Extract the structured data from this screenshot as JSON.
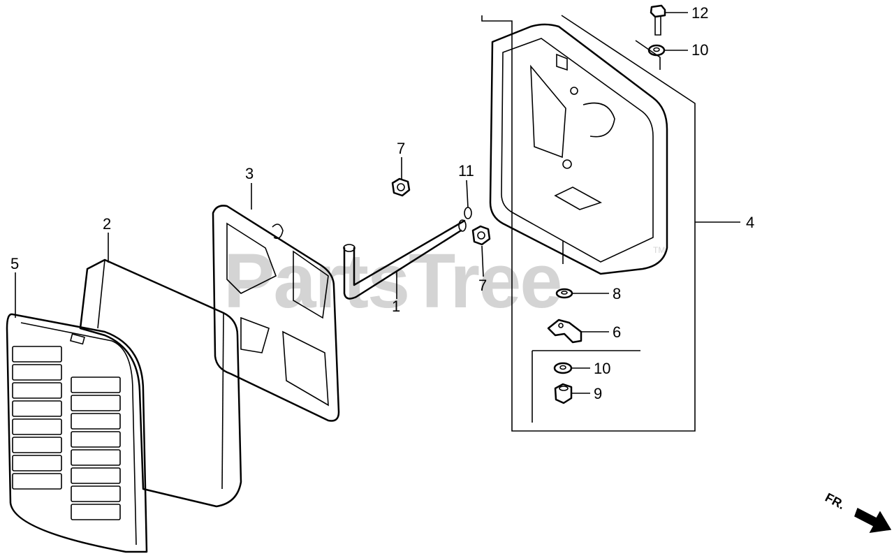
{
  "diagram": {
    "watermark": "PartsTree",
    "watermark_mark": "TM",
    "direction_label": "FR.",
    "callouts": [
      {
        "id": "c12",
        "label": "12"
      },
      {
        "id": "c10a",
        "label": "10"
      },
      {
        "id": "c7a",
        "label": "7"
      },
      {
        "id": "c11",
        "label": "11"
      },
      {
        "id": "c3",
        "label": "3"
      },
      {
        "id": "c2",
        "label": "2"
      },
      {
        "id": "c5",
        "label": "5"
      },
      {
        "id": "c4",
        "label": "4"
      },
      {
        "id": "c7b",
        "label": "7"
      },
      {
        "id": "c1",
        "label": "1"
      },
      {
        "id": "c8",
        "label": "8"
      },
      {
        "id": "c6",
        "label": "6"
      },
      {
        "id": "c10b",
        "label": "10"
      },
      {
        "id": "c9",
        "label": "9"
      }
    ]
  }
}
